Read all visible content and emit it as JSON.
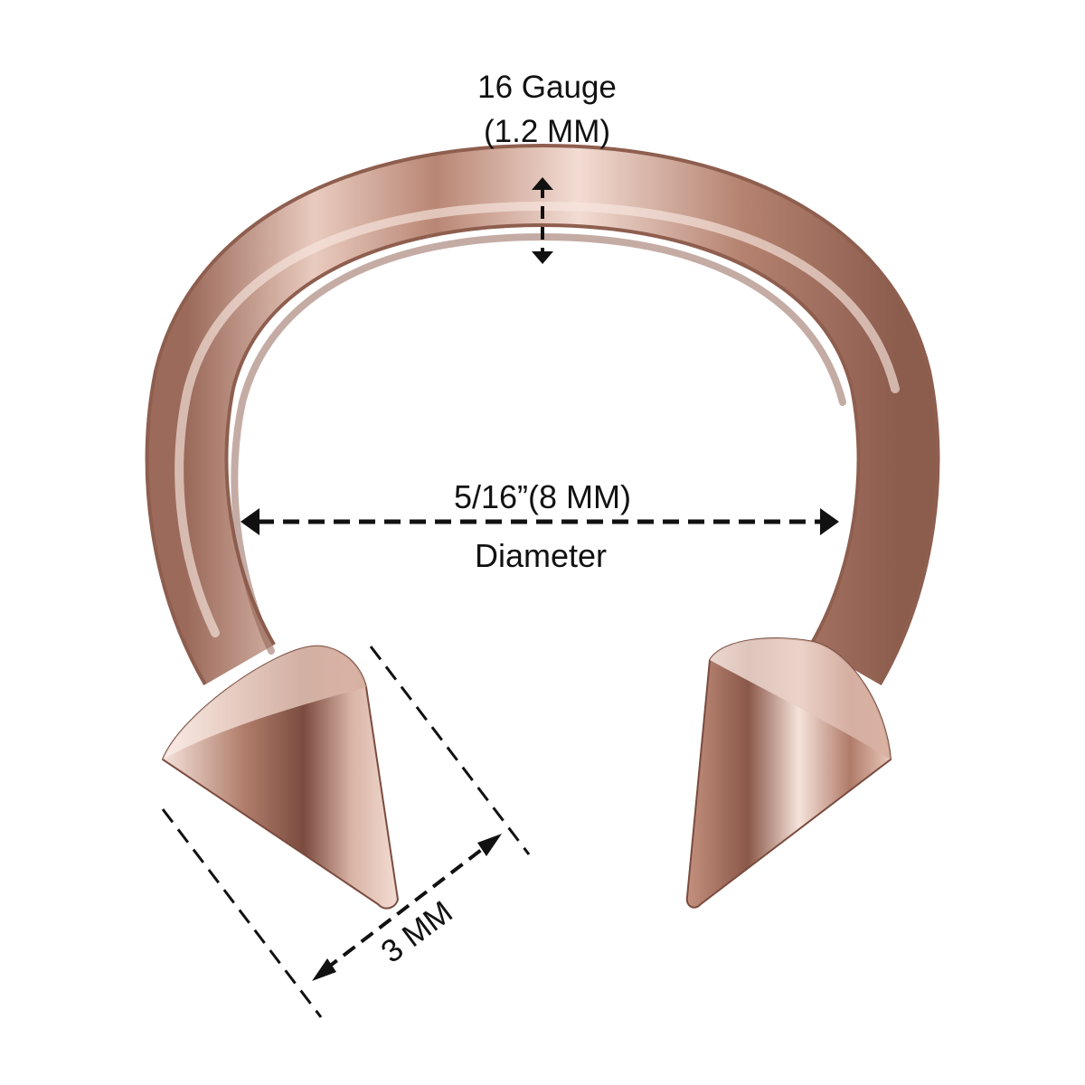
{
  "labels": {
    "gauge_line1": "16 Gauge",
    "gauge_line2": "(1.2 MM)",
    "diameter_value": "5/16”(8 MM)",
    "diameter_caption": "Diameter",
    "spike_size": "3 MM"
  },
  "colors": {
    "metal_light": "#f3dcd3",
    "metal_mid": "#c89a88",
    "metal_dark": "#8e5e4f",
    "annotation": "#111111"
  }
}
